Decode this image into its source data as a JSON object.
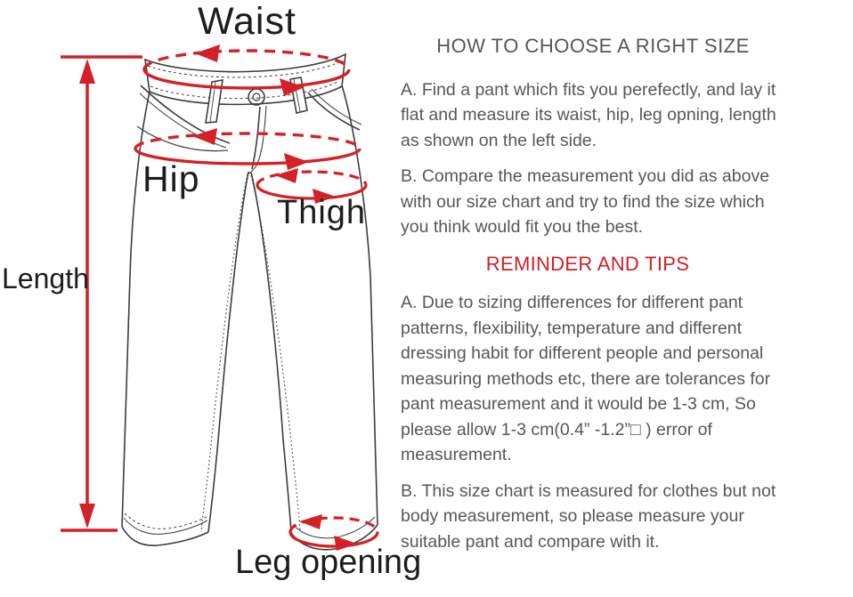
{
  "colors": {
    "accent_red": "#d42127",
    "heading_red": "#cf2026",
    "text_gray": "#56575a",
    "label_black": "#1d1d1b",
    "line_gray": "#3d3d3d"
  },
  "diagram": {
    "labels": {
      "waist": "Waist",
      "hip": "Hip",
      "thigh": "Thigh",
      "length": "Length",
      "leg_opening": "Leg opening"
    }
  },
  "instructions": {
    "title": "HOW TO CHOOSE A RIGHT SIZE",
    "paragraphs": [
      {
        "text": "A. Find a pant which fits you perefectly, and lay it\nflat and measure its waist, hip, leg opning, length\nas shown on the left side."
      },
      {
        "text": "B. Compare the measurement you did as above\nwith our  size chart and try to find the size which\nyou think would fit you the best."
      }
    ],
    "reminder_title": "REMINDER AND TIPS",
    "reminder_paragraphs": [
      {
        "text": "A. Due to sizing differences for different pant\npatterns, flexibility, temperature and different\ndressing habit for different people and personal\nmeasuring methods etc, there are tolerances for\npant measurement and it would be 1-3 cm, So\nplease allow 1-3 cm(0.4” -1.2”□ ) error of\nmeasurement."
      },
      {
        "text": "B. This size chart is measured for clothes but not\nbody measurement, so please measure your\nsuitable pant and compare with it."
      }
    ]
  }
}
